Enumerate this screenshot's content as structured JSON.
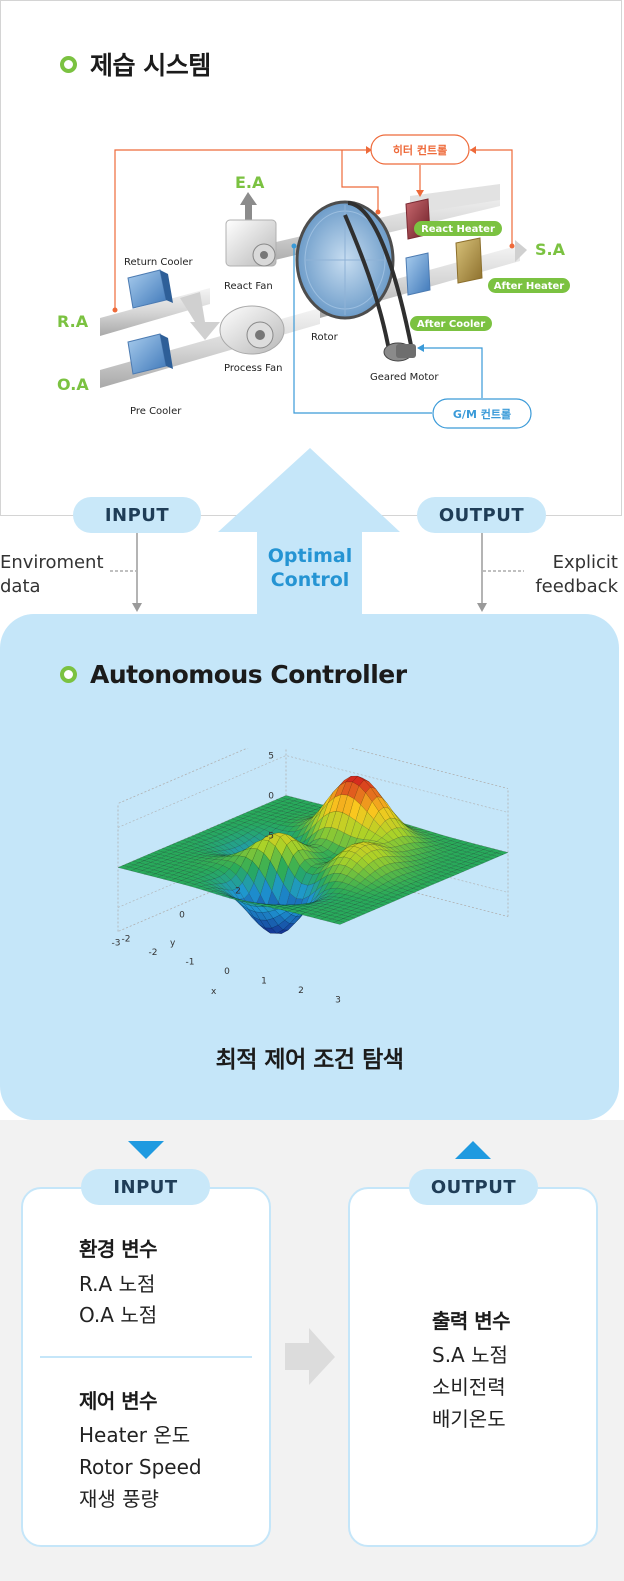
{
  "system": {
    "title": "제습 시스템",
    "labels": {
      "ea": "E.A",
      "ra": "R.A",
      "oa": "O.A",
      "sa": "S.A",
      "return_cooler": "Return Cooler",
      "react_fan": "React Fan",
      "process_fan": "Process Fan",
      "pre_cooler": "Pre Cooler",
      "rotor": "Rotor",
      "geared_motor": "Geared Motor",
      "react_heater": "React Heater",
      "after_heater": "After Heater",
      "after_cooler": "After Cooler",
      "heater_control": "히터 컨트롤",
      "gm_control": "G/M 컨트롤"
    }
  },
  "flow": {
    "input_label": "INPUT",
    "output_label": "OUTPUT",
    "env_note": [
      "Enviroment",
      "data"
    ],
    "feedback_note": [
      "Explicit",
      "feedback"
    ],
    "optimal_control": [
      "Optimal",
      "Control"
    ]
  },
  "controller": {
    "title": "Autonomous Controller",
    "subtitle": "최적 제어 조건 탐색",
    "plot": {
      "z_ticks": [
        "5",
        "0",
        "-5"
      ],
      "y_ticks": [
        "2",
        "0",
        "-2"
      ],
      "x_ticks": [
        "-3",
        "-2",
        "-1",
        "0",
        "1",
        "2",
        "3"
      ],
      "y_label": "y",
      "x_label": "x"
    }
  },
  "bottom": {
    "input_label": "INPUT",
    "output_label": "OUTPUT",
    "env_vars_title": "환경 변수",
    "env_vars": [
      "R.A 노점",
      "O.A 노점"
    ],
    "ctrl_vars_title": "제어 변수",
    "ctrl_vars": [
      "Heater 온도",
      "Rotor Speed",
      "재생 풍량"
    ],
    "out_vars_title": "출력 변수",
    "out_vars": [
      "S.A 노점",
      "소비전력",
      "배기온도"
    ]
  },
  "colors": {
    "accent_green": "#7bc241",
    "accent_blue": "#1f9ae0",
    "panel_blue": "#c5e6f9",
    "control_orange": "#ee6a3a"
  }
}
